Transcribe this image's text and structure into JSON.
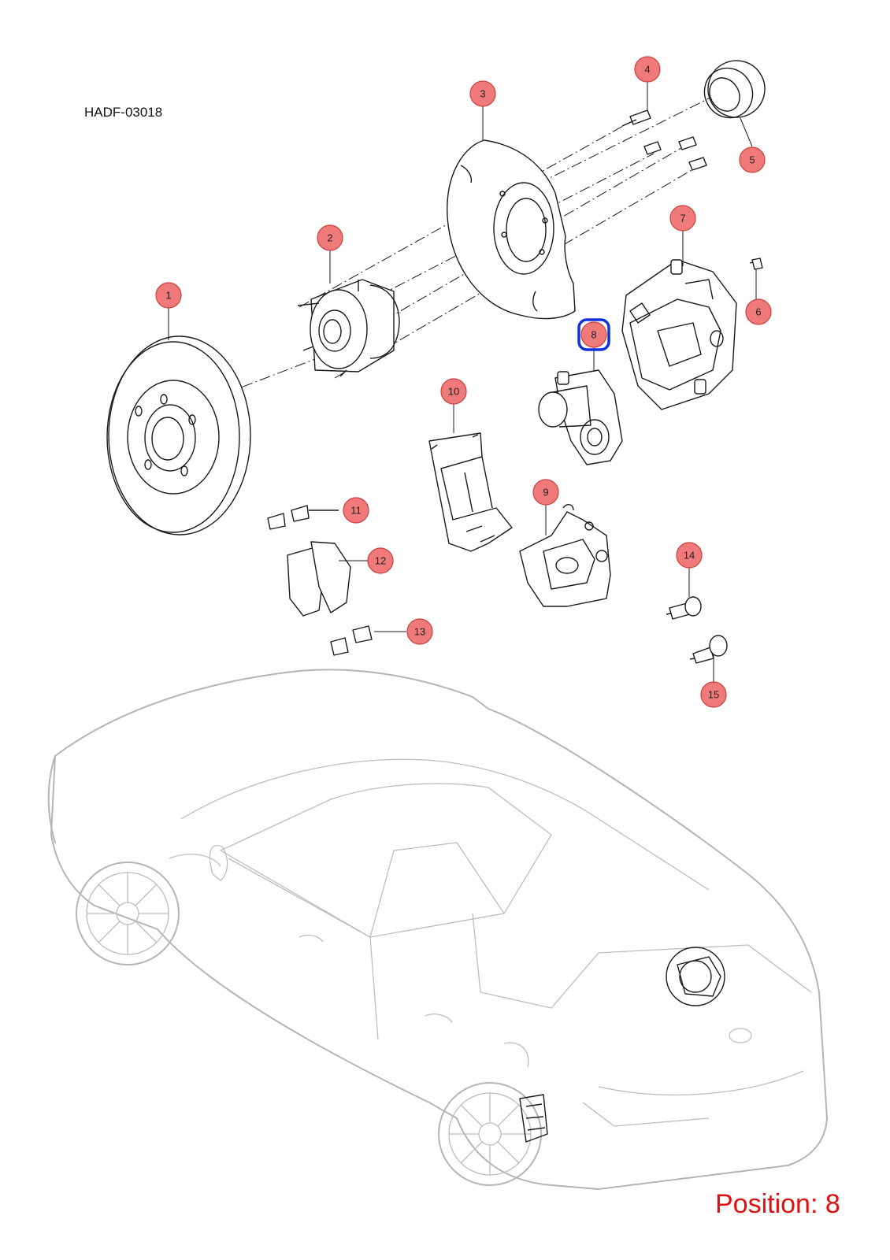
{
  "diagram": {
    "code": "HADF-03018",
    "position_text": "Position: 8",
    "selected_callout": "8",
    "colors": {
      "callout_fill": "#f07a7a",
      "callout_stroke": "#c84040",
      "selected_stroke": "#1030e0",
      "position_text": "#e01010",
      "line_art": "#1a1a1a",
      "car_outline": "#b5b5b5"
    },
    "callouts": [
      {
        "label": "1"
      },
      {
        "label": "2"
      },
      {
        "label": "3"
      },
      {
        "label": "4"
      },
      {
        "label": "5"
      },
      {
        "label": "6"
      },
      {
        "label": "7"
      },
      {
        "label": "8"
      },
      {
        "label": "9"
      },
      {
        "label": "10"
      },
      {
        "label": "11"
      },
      {
        "label": "12"
      },
      {
        "label": "13"
      },
      {
        "label": "14"
      },
      {
        "label": "15"
      }
    ]
  }
}
